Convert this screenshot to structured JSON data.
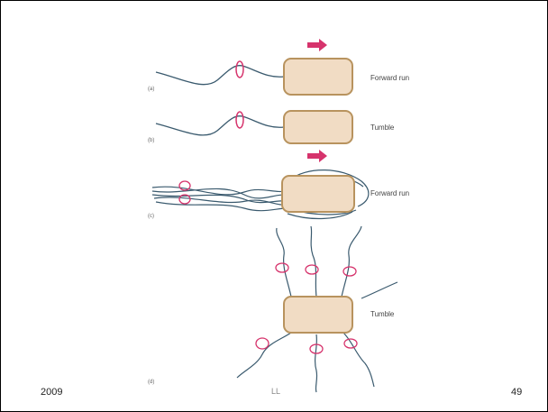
{
  "panels": [
    {
      "id": "a",
      "marker": "(a)",
      "label": "Forward run"
    },
    {
      "id": "b",
      "marker": "(b)",
      "label": "Tumble"
    },
    {
      "id": "c",
      "marker": "(c)",
      "label": "Forward run"
    },
    {
      "id": "d",
      "marker": "(d)",
      "label": "Tumble"
    }
  ],
  "footer": {
    "year": "2009",
    "center": "LL",
    "page": "49"
  },
  "colors": {
    "cell_fill": "#f1dcc4",
    "cell_stroke": "#b8935e",
    "motor": "#d6336c",
    "arrow": "#d6336c",
    "flagella": "#3a5a6e"
  }
}
